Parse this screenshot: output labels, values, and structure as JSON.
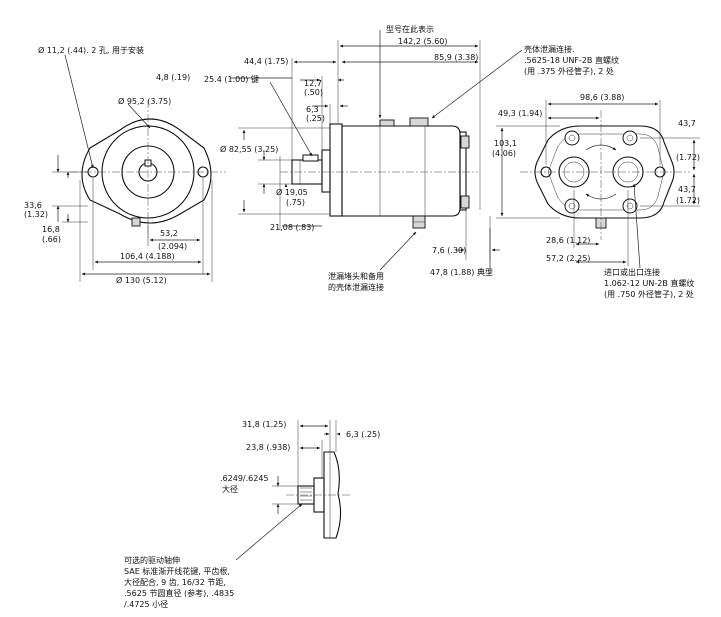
{
  "front_view": {
    "mount_hole_note": "Ø 11,2 (.44). 2 孔, 用于安装",
    "pilot_dia": "Ø 95,2 (3.75)",
    "dim_33_6": "33,6",
    "dim_33_6_in": "(1.32)",
    "dim_16_8": "16,8",
    "dim_16_8_in": "(.66)",
    "dim_53_2": "53,2",
    "dim_53_2_in": "(2.094)",
    "dim_106_4": "106,4 (4.188)",
    "dim_130": "Ø 130 (5.12)"
  },
  "side_view": {
    "model_note": "型号在此表示",
    "dim_142_2": "142,2 (5.60)",
    "dim_44_4": "44,4 (1.75)",
    "dim_85_9": "85,9 (3.38)",
    "dim_4_8": "4,8 (.19)",
    "key_note": "25.4 (1.00) 键",
    "dim_12_7": "12,7",
    "dim_12_7_in": "(.50)",
    "dim_6_3": "6,3",
    "dim_6_3_in": "(.25)",
    "dim_82_55": "Ø 82,55 (3.25)",
    "dim_19_05": "Ø 19,05",
    "dim_19_05_in": "(.75)",
    "dim_21_08": "21,08 (.83)",
    "drain_plug_note_1": "泄漏堵头和备用",
    "drain_plug_note_2": "的壳体泄漏连接"
  },
  "rear_view": {
    "case_drain_note_1": "壳体泄漏连接.",
    "case_drain_note_2": ".5625-18 UNF-2B 直螺纹",
    "case_drain_note_3": "(用 .375 外径管子), 2 处",
    "dim_98_6": "98,6 (3.88)",
    "dim_49_3": "49,3 (1.94)",
    "dim_103_1": "103,1",
    "dim_103_1_in": "(4.06)",
    "dim_43_7_a": "43,7",
    "dim_43_7_a_in": "(1.72)",
    "dim_43_7_b": "43,7",
    "dim_43_7_b_in": "(1.72)",
    "dim_28_6": "28,6 (1.12)",
    "dim_7_6": "7,6 (.30)",
    "dim_57_2": "57,2 (2.25)",
    "dim_47_8": "47,8 (1.88) 典型",
    "port_note_1": "进口或出口连接",
    "port_note_2": "1.062-12 UN-2B 直螺纹",
    "port_note_3": "(用 .750 外径管子), 2 处"
  },
  "shaft_option": {
    "dim_31_8": "31,8 (1.25)",
    "dim_6_3": "6,3 (.25)",
    "dim_23_8": "23,8 (.938)",
    "major_dia_1": ".6249/.6245",
    "major_dia_2": "大径",
    "spline_note_1": "可选的驱动轴伸",
    "spline_note_2": "SAE 标准渐开线花键, 平齿根,",
    "spline_note_3": "大径配合, 9 齿, 16/32 节距,",
    "spline_note_4": ".5625 节圆直径 (参考), .4835",
    "spline_note_5": "/.4725 小径"
  }
}
